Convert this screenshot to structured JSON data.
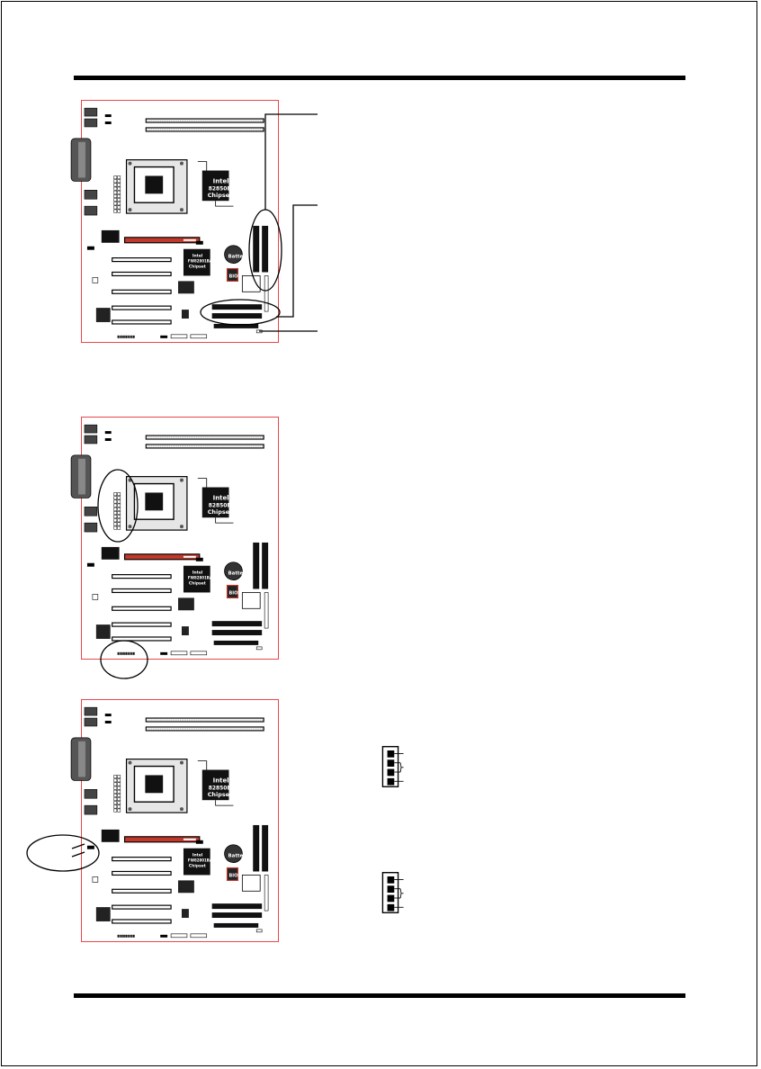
{
  "diagrams": [
    {
      "id": "board-1",
      "chips": {
        "northbridge": [
          "Intel",
          "82850E",
          "Chipset"
        ],
        "southbridge": [
          "Intel",
          "FW82801BA",
          "Chipset"
        ],
        "battery": "Battery",
        "bios": "BIOS"
      }
    },
    {
      "id": "board-2",
      "chips": {
        "northbridge": [
          "Intel",
          "82850E",
          "Chipset"
        ],
        "southbridge": [
          "Intel",
          "FW82801BA",
          "Chipset"
        ],
        "battery": "Battery",
        "bios": "BIOS"
      }
    },
    {
      "id": "board-3",
      "chips": {
        "northbridge": [
          "Intel",
          "82850E",
          "Chipset"
        ],
        "southbridge": [
          "Intel",
          "FW82801BA",
          "Chipset"
        ],
        "battery": "Battery",
        "bios": "BIOS"
      }
    }
  ],
  "colors": {
    "board_outline": "#e8474a",
    "ink": "#000000",
    "agp_slot": "#c0392b"
  }
}
